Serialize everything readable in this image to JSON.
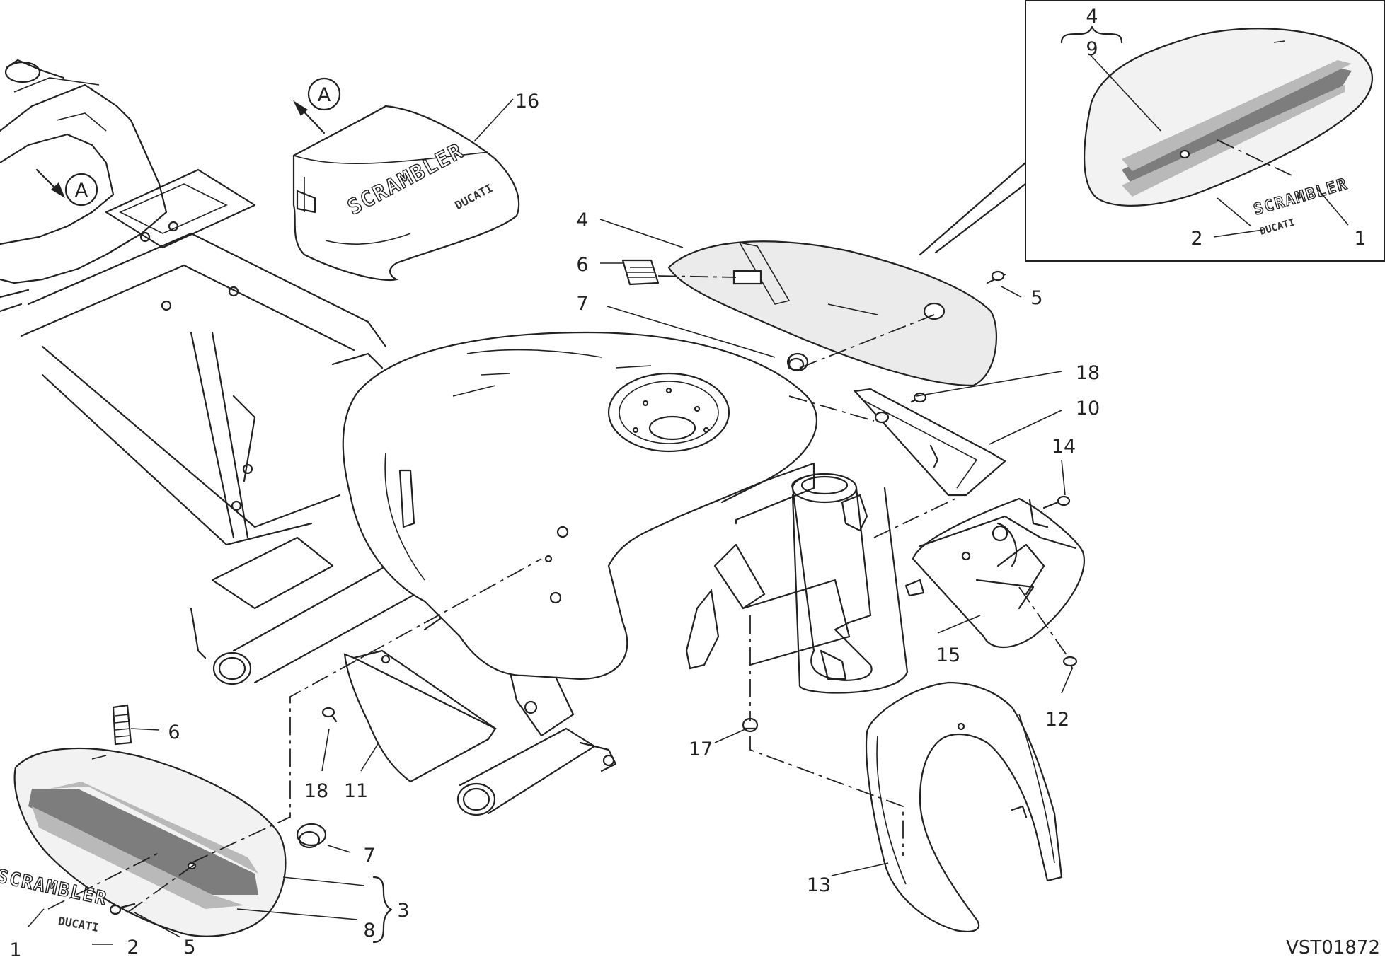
{
  "drawing_code": "VST01872",
  "view_marker": "A",
  "brand_labels": {
    "scrambler": "SCRAMBLER",
    "ducati": "DUCATI"
  },
  "callouts": [
    {
      "id": "c1-inset",
      "text": "1"
    },
    {
      "id": "c2-inset",
      "text": "2"
    },
    {
      "id": "c4-inset",
      "text": "4"
    },
    {
      "id": "c9-inset",
      "text": "9"
    },
    {
      "id": "c16",
      "text": "16"
    },
    {
      "id": "c4",
      "text": "4"
    },
    {
      "id": "c6-top",
      "text": "6"
    },
    {
      "id": "c7-top",
      "text": "7"
    },
    {
      "id": "c5-top",
      "text": "5"
    },
    {
      "id": "c18-right",
      "text": "18"
    },
    {
      "id": "c10",
      "text": "10"
    },
    {
      "id": "c14",
      "text": "14"
    },
    {
      "id": "c15",
      "text": "15"
    },
    {
      "id": "c12",
      "text": "12"
    },
    {
      "id": "c17",
      "text": "17"
    },
    {
      "id": "c13",
      "text": "13"
    },
    {
      "id": "c6-bottom",
      "text": "6"
    },
    {
      "id": "c18-bottom",
      "text": "18"
    },
    {
      "id": "c11",
      "text": "11"
    },
    {
      "id": "c7-bottom",
      "text": "7"
    },
    {
      "id": "c3",
      "text": "3"
    },
    {
      "id": "c8",
      "text": "8"
    },
    {
      "id": "c1-bottom",
      "text": "1"
    },
    {
      "id": "c2-bottom",
      "text": "2"
    },
    {
      "id": "c5-bottom",
      "text": "5"
    }
  ]
}
